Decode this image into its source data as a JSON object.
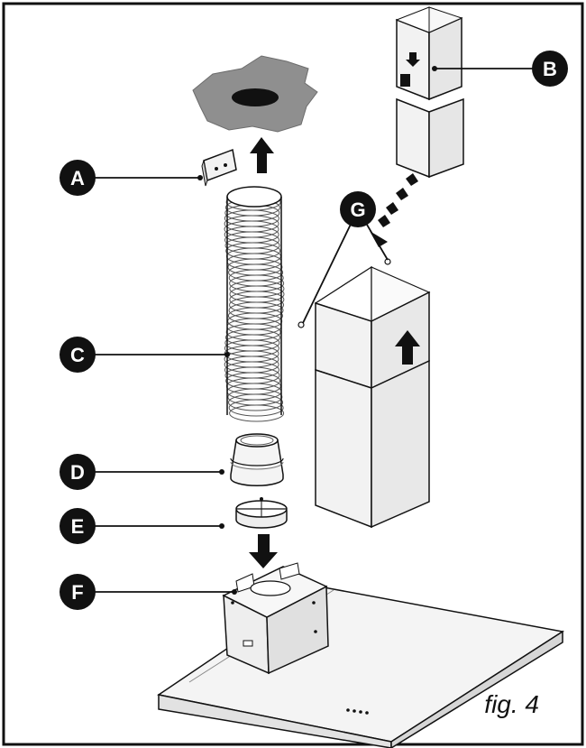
{
  "callouts": [
    {
      "letter": "A",
      "part": "bracket"
    },
    {
      "letter": "B",
      "part": "upper-chimney"
    },
    {
      "letter": "C",
      "part": "flexible-duct"
    },
    {
      "letter": "D",
      "part": "reducer-ring"
    },
    {
      "letter": "E",
      "part": "non-return-valve"
    },
    {
      "letter": "F",
      "part": "motor-housing"
    },
    {
      "letter": "G",
      "part": "chimney-screws"
    }
  ],
  "caption": "fig. 4",
  "colors": {
    "line": "#111111",
    "marker": "#111111",
    "ceiling": "#8f8f8f",
    "panel": "#f2f2f2",
    "panel_dark": "#dcdcdc",
    "panel_mid": "#e8e8e8"
  }
}
